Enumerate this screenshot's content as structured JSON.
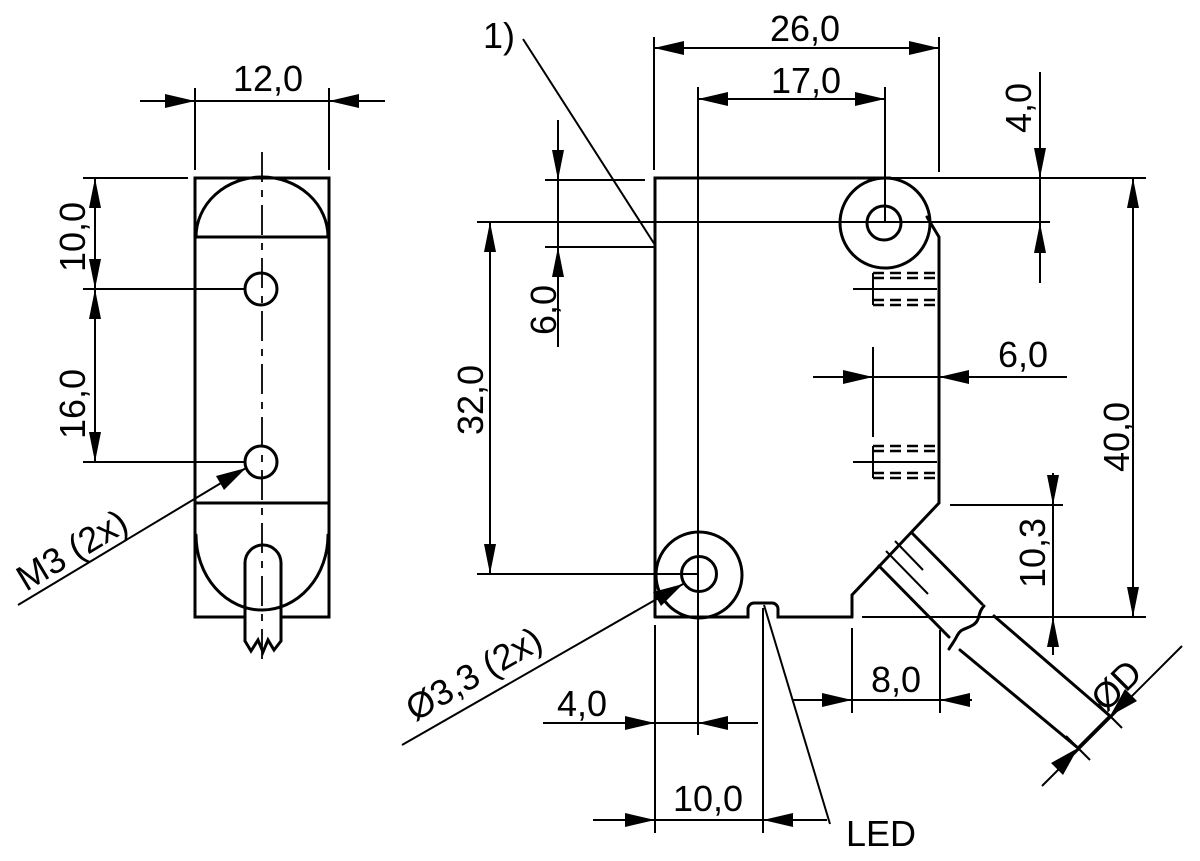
{
  "drawing": {
    "type": "technical-dimension-drawing",
    "units_style": "comma-decimal-millimeters",
    "colors": {
      "background": "#ffffff",
      "line": "#000000"
    },
    "side_view": {
      "dim_width": "12,0",
      "dim_hole_top_offset": "10,0",
      "dim_hole_spacing": "16,0",
      "thread_label": "M3 (2x)"
    },
    "front_view": {
      "ref_label": "1)",
      "dim_width": "26,0",
      "dim_hole_offset_x": "17,0",
      "dim_hole_offset_y_top": "4,0",
      "dim_beam_axis_offset": "6,0",
      "dim_hole_span_y": "32,0",
      "dim_thread_depth": "6,0",
      "dim_height": "40,0",
      "dim_cable_corner_height": "10,3",
      "dim_cable_corner_width": "8,0",
      "dim_hole_offset_x_left": "4,0",
      "dim_led_offset_x": "10,0",
      "hole_label": "Ø3,3 (2x)",
      "led_label": "LED",
      "cable_label": "ØD"
    }
  }
}
